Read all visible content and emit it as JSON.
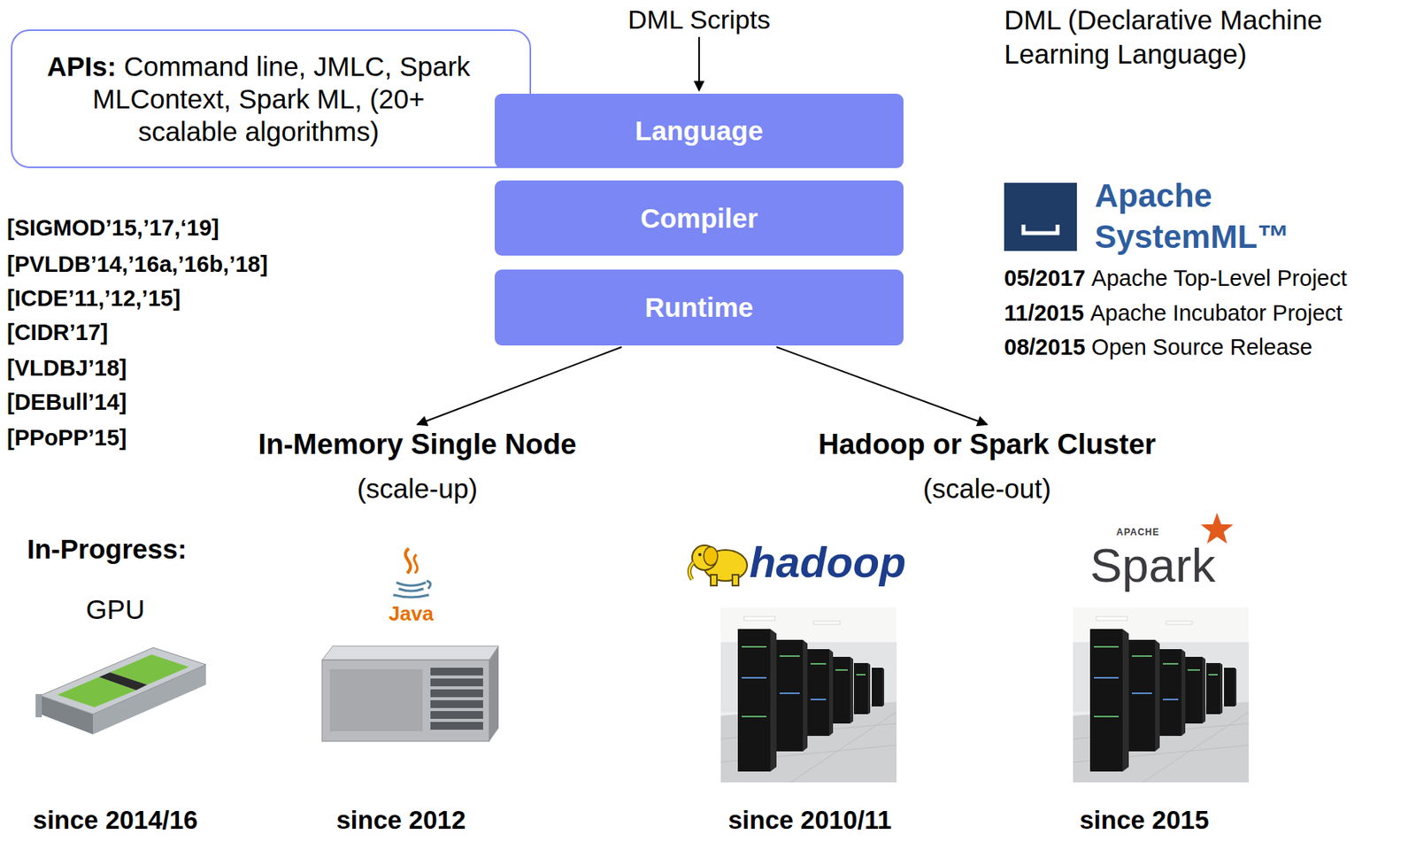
{
  "diagram": {
    "nodes": [
      {
        "text": [
          "DML Scripts"
        ]
      },
      {
        "text": [
          "APIs:",
          "Command line, JMLC, Spark MLContext, Spark ML, (20+ scalable algorithms)"
        ]
      },
      {
        "text": [
          "Language"
        ]
      },
      {
        "text": [
          "Compiler"
        ]
      },
      {
        "text": [
          "Runtime"
        ]
      },
      {
        "text": [
          "In-Memory Single Node",
          "(scale-up)"
        ]
      },
      {
        "text": [
          "Hadoop or Spark Cluster",
          "(scale-out)"
        ]
      }
    ],
    "edges": [
      {
        "from": 0,
        "to": 2,
        "arrow": "to"
      },
      {
        "from": 4,
        "to": 5,
        "arrow": "to"
      },
      {
        "from": 4,
        "to": 6,
        "arrow": "to"
      }
    ],
    "labels": [
      "DML (Declarative Machine Learning Language)",
      "Apache SystemML™",
      "05/2017",
      "Apache Top-Level Project",
      "11/2015",
      "Apache Incubator Project",
      "08/2015",
      "Open Source Release",
      "[SIGMOD’15,’17,‘19]",
      "[PVLDB’14,’16a,’16b,’18]",
      "[ICDE’11,’12,’15]",
      "[CIDR’17]",
      "[VLDBJ’18]",
      "[DEBull’14]",
      "[PPoPP’15]",
      "In-Progress:",
      "GPU",
      "Java",
      "hadoop",
      "APACHE",
      "Spark",
      "since 2014/16",
      "since 2012",
      "since 2010/11",
      "since 2015"
    ]
  }
}
